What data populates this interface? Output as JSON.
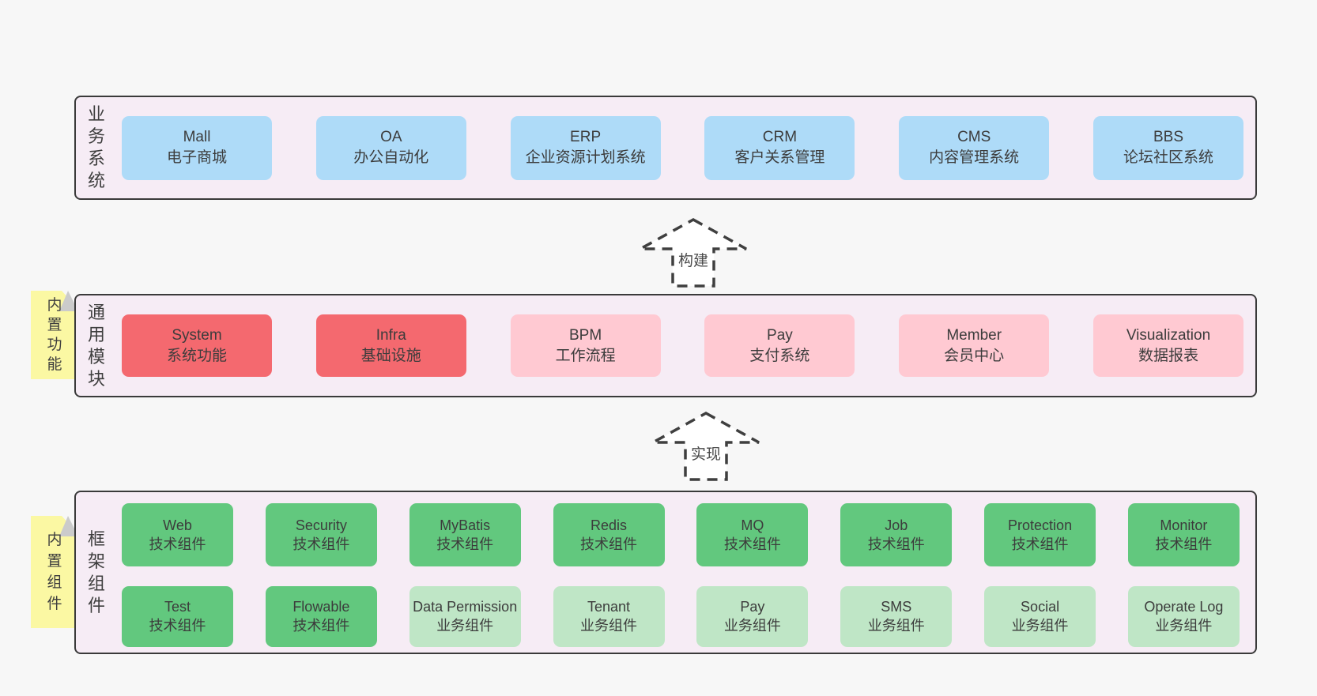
{
  "colors": {
    "page_bg": "#f7f7f7",
    "panel_bg": "#f6ecf5",
    "panel_border": "#3a3a3a",
    "blue_box": "#aedbf8",
    "red_box": "#f4696f",
    "pink_box": "#ffc9d2",
    "green_dark_box": "#62c87e",
    "green_light_box": "#bfe6c6",
    "sticky_yellow": "#fbf8a3",
    "sticky_fold": "#cbcbcb",
    "text": "#3c3c3c"
  },
  "sections": [
    {
      "label": "业务系统",
      "boxes": [
        {
          "en": "Mall",
          "zh": "电子商城"
        },
        {
          "en": "OA",
          "zh": "办公自动化"
        },
        {
          "en": "ERP",
          "zh": "企业资源计划系统"
        },
        {
          "en": "CRM",
          "zh": "客户关系管理"
        },
        {
          "en": "CMS",
          "zh": "内容管理系统"
        },
        {
          "en": "BBS",
          "zh": "论坛社区系统"
        }
      ]
    },
    {
      "label": "通用模块",
      "sticky": "内置功能",
      "boxes": [
        {
          "en": "System",
          "zh": "系统功能"
        },
        {
          "en": "Infra",
          "zh": "基础设施"
        },
        {
          "en": "BPM",
          "zh": "工作流程"
        },
        {
          "en": "Pay",
          "zh": "支付系统"
        },
        {
          "en": "Member",
          "zh": "会员中心"
        },
        {
          "en": "Visualization",
          "zh": "数据报表"
        }
      ]
    },
    {
      "label": "框架组件",
      "sticky": "内置组件",
      "rows": [
        [
          {
            "en": "Web",
            "zh": "技术组件"
          },
          {
            "en": "Security",
            "zh": "技术组件"
          },
          {
            "en": "MyBatis",
            "zh": "技术组件"
          },
          {
            "en": "Redis",
            "zh": "技术组件"
          },
          {
            "en": "MQ",
            "zh": "技术组件"
          },
          {
            "en": "Job",
            "zh": "技术组件"
          },
          {
            "en": "Protection",
            "zh": "技术组件"
          },
          {
            "en": "Monitor",
            "zh": "技术组件"
          }
        ],
        [
          {
            "en": "Test",
            "zh": "技术组件"
          },
          {
            "en": "Flowable",
            "zh": "技术组件"
          },
          {
            "en": "Data Permission",
            "zh": "业务组件"
          },
          {
            "en": "Tenant",
            "zh": "业务组件"
          },
          {
            "en": "Pay",
            "zh": "业务组件"
          },
          {
            "en": "SMS",
            "zh": "业务组件"
          },
          {
            "en": "Social",
            "zh": "业务组件"
          },
          {
            "en": "Operate Log",
            "zh": "业务组件"
          }
        ]
      ]
    }
  ],
  "arrows": [
    {
      "label": "构建"
    },
    {
      "label": "实现"
    }
  ]
}
